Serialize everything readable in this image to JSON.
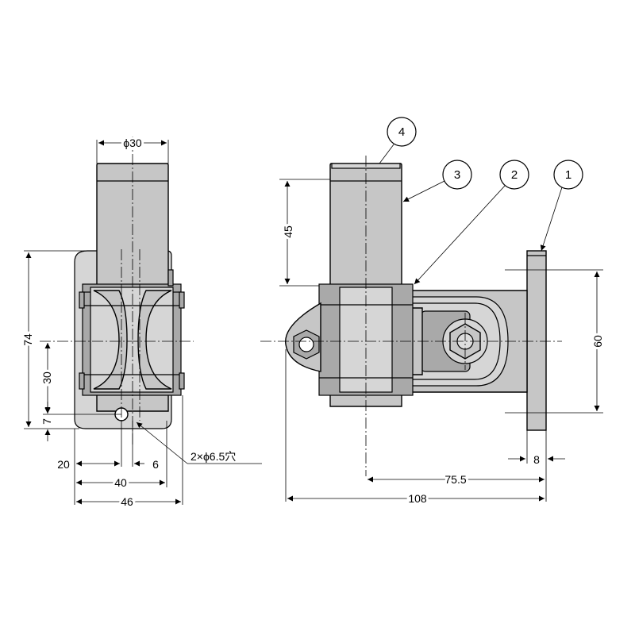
{
  "dimensions": {
    "diameter": "ϕ30",
    "height_74": "74",
    "height_30": "30",
    "height_7": "7",
    "width_20": "20",
    "width_6": "6",
    "width_40": "40",
    "width_46": "46",
    "hole_note": "2×ϕ6.5穴",
    "height_45": "45",
    "height_60": "60",
    "width_8": "8",
    "width_75_5": "75.5",
    "width_108": "108"
  },
  "callouts": {
    "c1": "1",
    "c2": "2",
    "c3": "3",
    "c4": "4"
  }
}
